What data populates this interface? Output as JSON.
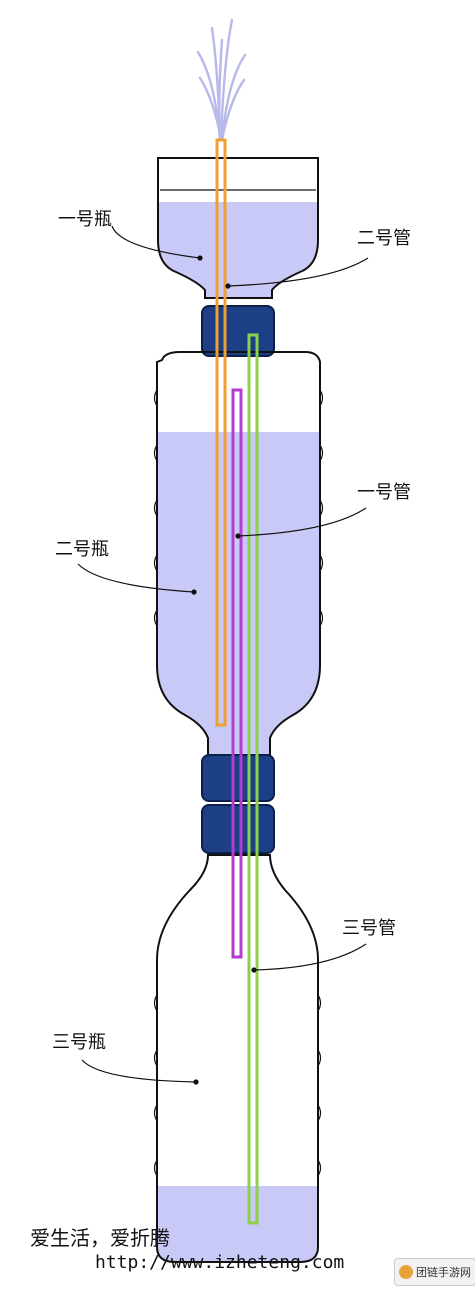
{
  "labels": {
    "bottle1": "一号瓶",
    "bottle2": "二号瓶",
    "bottle3": "三号瓶",
    "tube1": "一号管",
    "tube2": "二号管",
    "tube3": "三号管"
  },
  "footer": {
    "slogan": "爱生活，爱折腾",
    "url": "http://www.izheteng.com"
  },
  "badge": {
    "text": "团链手游网"
  },
  "colors": {
    "water": "#c9c9f7",
    "cap": "#1c3f86",
    "tube_orange": "#f0a030",
    "tube_purple": "#b43cd2",
    "tube_green": "#8dd04a",
    "fountain": "#b8b8ea"
  }
}
